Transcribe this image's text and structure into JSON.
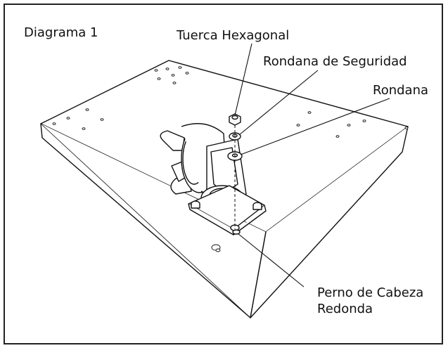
{
  "diagram": {
    "title": "Diagrama 1",
    "labels": {
      "hex_nut": "Tuerca Hexagonal",
      "lock_washer": "Rondana de Seguridad",
      "washer": "Rondana",
      "bolt_line1": "Perno de Cabeza",
      "bolt_line2": "Redonda"
    }
  }
}
